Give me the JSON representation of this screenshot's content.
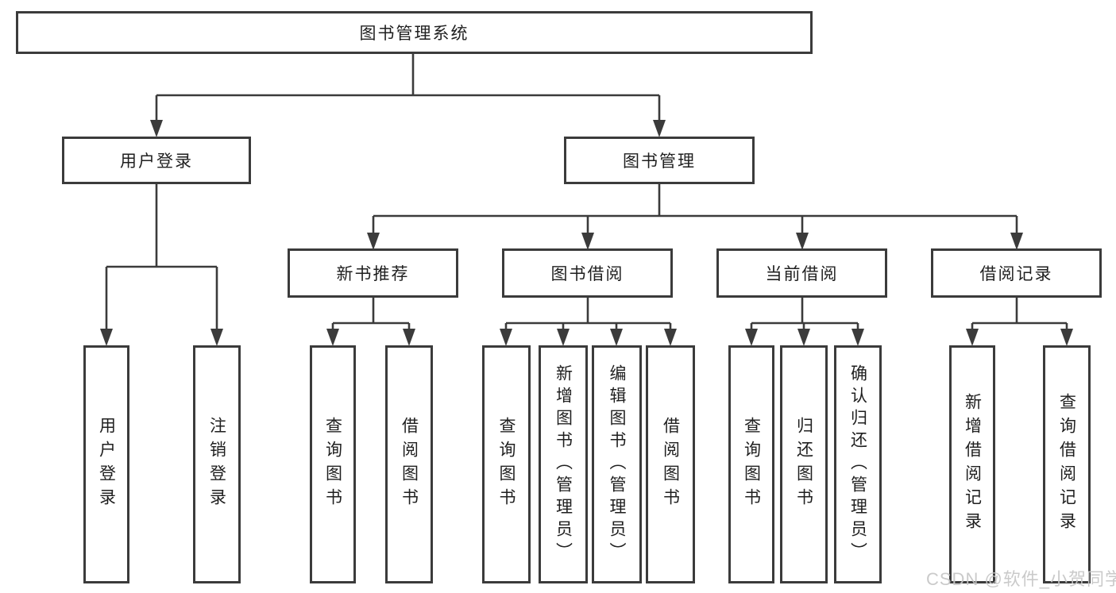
{
  "colors": {
    "line": "#3b3b3b",
    "text": "#1f1f1f",
    "watermark": "#c6c6c6",
    "background": "#ffffff"
  },
  "watermark": "CSDN @软件_小贺同学",
  "tree": {
    "root": {
      "label": "图书管理系统"
    },
    "branches": [
      {
        "label": "用户登录",
        "children": [
          {
            "label": "用户登录"
          },
          {
            "label": "注销登录"
          }
        ]
      },
      {
        "label": "图书管理",
        "children": [
          {
            "label": "新书推荐",
            "children": [
              {
                "label": "查询图书"
              },
              {
                "label": "借阅图书"
              }
            ]
          },
          {
            "label": "图书借阅",
            "children": [
              {
                "label": "查询图书"
              },
              {
                "label": "新增图书（管理员）"
              },
              {
                "label": "编辑图书（管理员）"
              },
              {
                "label": "借阅图书"
              }
            ]
          },
          {
            "label": "当前借阅",
            "children": [
              {
                "label": "查询图书"
              },
              {
                "label": "归还图书"
              },
              {
                "label": "确认归还（管理员）"
              }
            ]
          },
          {
            "label": "借阅记录",
            "children": [
              {
                "label": "新增借阅记录"
              },
              {
                "label": "查询借阅记录"
              }
            ]
          }
        ]
      }
    ]
  }
}
